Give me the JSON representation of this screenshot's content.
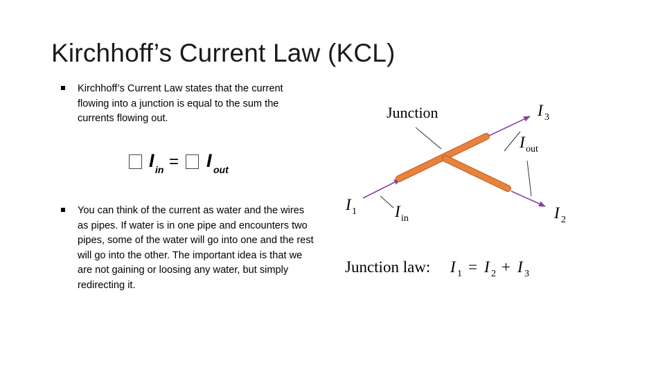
{
  "title": "Kirchhoff’s Current Law (KCL)",
  "bullets": [
    "Kirchhoff’s Current Law states that the current flowing into a junction is equal to the sum the currents flowing out.",
    "You can think of the current as water and the wires as pipes. If water is in one pipe and encounters two pipes, some of the water will go into one and the rest will go into the other. The important idea is that we are not gaining or loosing any water, but simply redirecting it."
  ],
  "formula": {
    "lhs": "I",
    "lhs_sub": "in",
    "eq": "=",
    "rhs": "I",
    "rhs_sub": "out"
  },
  "diagram": {
    "junction_label": "Junction",
    "i3": "I",
    "i3_sub": "3",
    "iout": "I",
    "iout_sub": "out",
    "i1": "I",
    "i1_sub": "1",
    "iin": "I",
    "iin_sub": "in",
    "i2": "I",
    "i2_sub": "2",
    "law_label": "Junction law:",
    "law_eq": {
      "a": "I",
      "a_sub": "1",
      "eq": "=",
      "b": "I",
      "b_sub": "2",
      "plus": "+",
      "c": "I",
      "c_sub": "3"
    },
    "colors": {
      "wire": "#e8823d",
      "wire_edge": "#b85a1e",
      "arrow": "#8a3fa6",
      "pointer": "#333333"
    }
  }
}
